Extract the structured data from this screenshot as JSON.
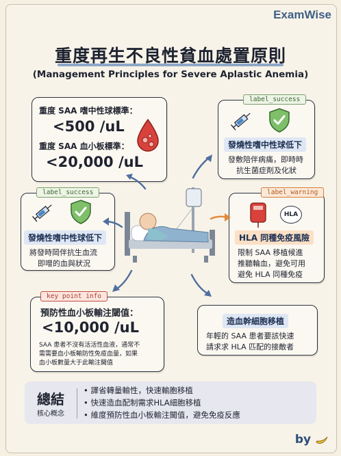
{
  "brand": "ExamWise",
  "title": "重度再生不良性貧血處置原則",
  "subtitle": "(Management Principles for Severe Aplastic Anemia)",
  "criteria": {
    "neutrophil_label": "重度 SAA 嗜中性球標準：",
    "neutrophil_value": "<500 /uL",
    "platelet_label": "重度 SAA 血小板標準：",
    "platelet_value": "<20,000 /uL"
  },
  "fever_top": {
    "tag": "label_success",
    "heading": "發燒性嗜中性球低下",
    "body_line1": "發敷陪伴病痛，即時時",
    "body_line2": "抗生菌症剤及化狀"
  },
  "fever_left": {
    "tag": "label_success",
    "heading": "發燒性嗜中性球低下",
    "body_line1": "將發時岡伴抗生血流",
    "body_line2": "即噌的血與狀況"
  },
  "hla": {
    "tag": "label_warning",
    "heading": "HLA 同種免疫風險",
    "icon_text": "HLA",
    "body_line1": "限制 SAA 移植候進",
    "body_line2": "推聽輪血，避免可用",
    "body_line3": "避免 HLA 同種免疫"
  },
  "threshold": {
    "tag": "key point info",
    "heading": "預防性血小板輸注閾值：",
    "value": "<10,000 /uL",
    "body_line1": "SAA 患者不沒有活活性血液，通常不",
    "body_line2": "需需要血小板輸防性免疫血量，如果",
    "body_line3": "血小板數量大于此輸注閫值"
  },
  "transplant": {
    "heading": "造血幹細胞移植",
    "body_line1": "年輕的 SAA 患者要該快速",
    "body_line2": "請求求 HLA 匹配的接敵者"
  },
  "summary": {
    "title": "總結",
    "subtitle": "核心概念",
    "bullets": [
      "• 譯省轉量輸性，快速輸胞移植",
      "• 快速造血配制需求HLA細胞移植",
      "• 維度預防性血小板輸注閫值，避免免疫反應"
    ]
  },
  "signature": "by",
  "colors": {
    "accent_blue": "#3d5f86",
    "success_green": "#3d6a34",
    "warning_orange": "#d77c3b",
    "info_red": "#c44a3c",
    "highlight_blue": "#dfe7f4"
  }
}
